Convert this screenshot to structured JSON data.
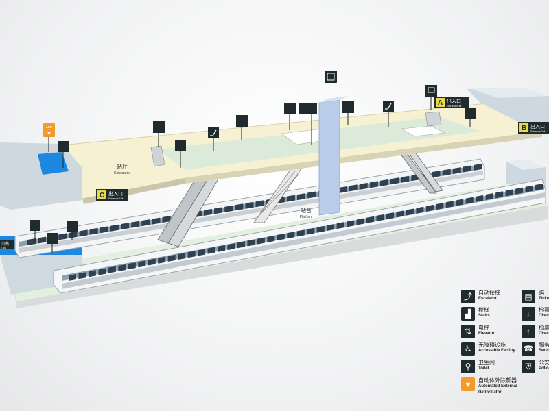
{
  "concourse": {
    "label_cn": "站厅",
    "label_en": "Concourse"
  },
  "platform": {
    "label_cn": "站台",
    "label_en": "Platform"
  },
  "exits": [
    {
      "letter": "A",
      "label_cn": "出入口",
      "label_en": "Entrance/Exit"
    },
    {
      "letter": "B",
      "label_cn": "出入口",
      "label_en": "Entrance/Exit"
    },
    {
      "letter": "C",
      "label_cn": "出入口",
      "label_en": "Entrance/Exit"
    }
  ],
  "side_label": {
    "cn": "山南",
    "en": "n Bei"
  },
  "aed_badge": "AED",
  "legend": [
    {
      "cn": "自动扶梯",
      "en": "Escalator",
      "icon": "escalator-icon"
    },
    {
      "cn": "楼梯",
      "en": "Stairs",
      "icon": "stairs-icon"
    },
    {
      "cn": "电梯",
      "en": "Elevator",
      "icon": "elevator-icon"
    },
    {
      "cn": "无障碍设施",
      "en": "Accessible Facility",
      "icon": "wheelchair-icon"
    },
    {
      "cn": "卫生间",
      "en": "Toilet",
      "icon": "toilet-icon"
    },
    {
      "cn": "自动体外除颤器",
      "en": "Automated External",
      "en2": "Defibrillator",
      "icon": "aed-icon"
    },
    {
      "cn": "购",
      "en": "Ticke",
      "icon": "ticket-icon"
    },
    {
      "cn": "检票",
      "en": "Check",
      "icon": "check-in-icon"
    },
    {
      "cn": "检票",
      "en": "Check",
      "icon": "check-out-icon"
    },
    {
      "cn": "服务",
      "en": "Servi",
      "icon": "service-icon"
    },
    {
      "cn": "公安",
      "en": "Police",
      "icon": "police-icon"
    }
  ],
  "colors": {
    "concourse": "#f7f1d3",
    "paid_area": "#dcebd9",
    "elevator": "#b9cdea",
    "toilet": "#1e88e0",
    "aed": "#f39a2b",
    "sign": "#1f2b2c",
    "building": "#cdd8e0"
  }
}
